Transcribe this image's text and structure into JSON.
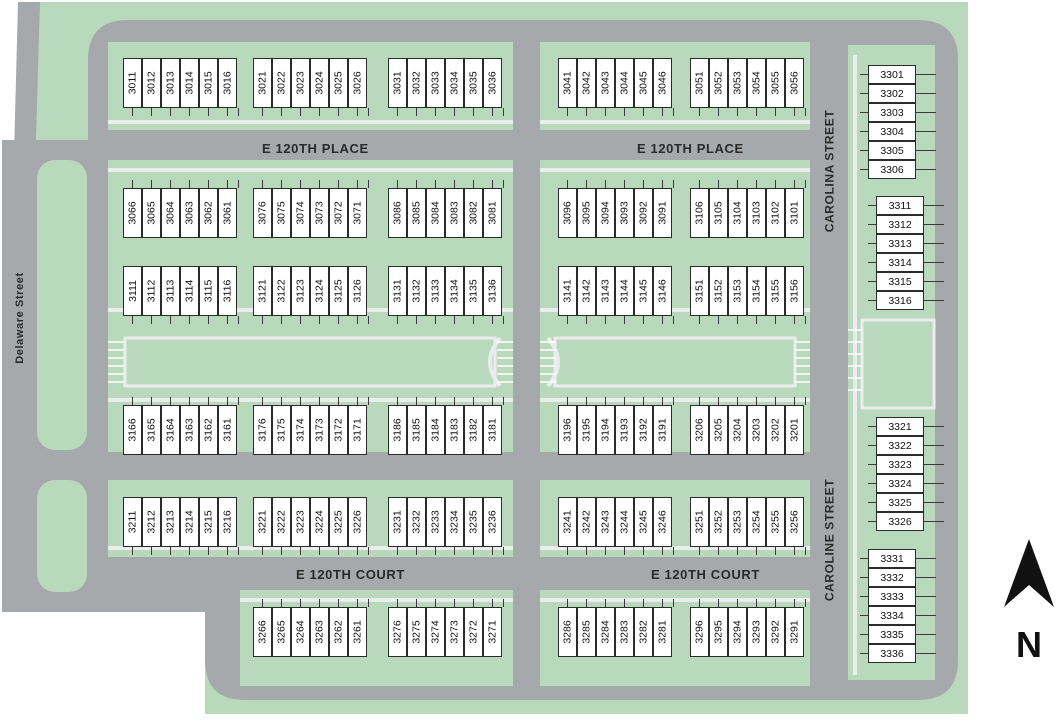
{
  "colors": {
    "road": "#a6a9ab",
    "green": "#b9d9bd",
    "path": "#ebeced",
    "lot_border": "#2b2b2b",
    "text": "#2a2a2a"
  },
  "streets": {
    "delaware": "Delaware Street",
    "place_west": "E 120TH PLACE",
    "place_east": "E 120TH PLACE",
    "court_west": "E 120TH COURT",
    "court_east": "E 120TH COURT",
    "carolina": "CAROLINA STREET",
    "caroline": "CAROLINE STREET"
  },
  "north_label": "N",
  "lot_groups": [
    {
      "id": "3011",
      "lots": [
        "3011",
        "3012",
        "3013",
        "3014",
        "3015",
        "3016"
      ]
    },
    {
      "id": "3021",
      "lots": [
        "3021",
        "3022",
        "3023",
        "3024",
        "3025",
        "3026"
      ]
    },
    {
      "id": "3031",
      "lots": [
        "3031",
        "3032",
        "3033",
        "3034",
        "3035",
        "3036"
      ]
    },
    {
      "id": "3041",
      "lots": [
        "3041",
        "3042",
        "3043",
        "3044",
        "3045",
        "3046"
      ]
    },
    {
      "id": "3051",
      "lots": [
        "3051",
        "3052",
        "3053",
        "3054",
        "3055",
        "3056"
      ]
    },
    {
      "id": "3066",
      "lots": [
        "3066",
        "3065",
        "3064",
        "3063",
        "3062",
        "3061"
      ]
    },
    {
      "id": "3076",
      "lots": [
        "3076",
        "3075",
        "3074",
        "3073",
        "3072",
        "3071"
      ]
    },
    {
      "id": "3086",
      "lots": [
        "3086",
        "3085",
        "3084",
        "3083",
        "3082",
        "3081"
      ]
    },
    {
      "id": "3096",
      "lots": [
        "3096",
        "3095",
        "3094",
        "3093",
        "3092",
        "3091"
      ]
    },
    {
      "id": "3106",
      "lots": [
        "3106",
        "3105",
        "3104",
        "3103",
        "3102",
        "3101"
      ]
    },
    {
      "id": "3111",
      "lots": [
        "3111",
        "3112",
        "3113",
        "3114",
        "3115",
        "3116"
      ]
    },
    {
      "id": "3121",
      "lots": [
        "3121",
        "3122",
        "3123",
        "3124",
        "3125",
        "3126"
      ]
    },
    {
      "id": "3131",
      "lots": [
        "3131",
        "3132",
        "3133",
        "3134",
        "3135",
        "3136"
      ]
    },
    {
      "id": "3141",
      "lots": [
        "3141",
        "3142",
        "3143",
        "3144",
        "3145",
        "3146"
      ]
    },
    {
      "id": "3151",
      "lots": [
        "3151",
        "3152",
        "3153",
        "3154",
        "3155",
        "3156"
      ]
    },
    {
      "id": "3166",
      "lots": [
        "3166",
        "3165",
        "3164",
        "3163",
        "3162",
        "3161"
      ]
    },
    {
      "id": "3176",
      "lots": [
        "3176",
        "3175",
        "3174",
        "3173",
        "3172",
        "3171"
      ]
    },
    {
      "id": "3186",
      "lots": [
        "3186",
        "3185",
        "3184",
        "3183",
        "3182",
        "3181"
      ]
    },
    {
      "id": "3196",
      "lots": [
        "3196",
        "3195",
        "3194",
        "3193",
        "3192",
        "3191"
      ]
    },
    {
      "id": "3206",
      "lots": [
        "3206",
        "3205",
        "3204",
        "3203",
        "3202",
        "3201"
      ]
    },
    {
      "id": "3211",
      "lots": [
        "3211",
        "3212",
        "3213",
        "3214",
        "3215",
        "3216"
      ]
    },
    {
      "id": "3221",
      "lots": [
        "3221",
        "3222",
        "3223",
        "3224",
        "3225",
        "3226"
      ]
    },
    {
      "id": "3231",
      "lots": [
        "3231",
        "3232",
        "3233",
        "3234",
        "3235",
        "3236"
      ]
    },
    {
      "id": "3241",
      "lots": [
        "3241",
        "3242",
        "3243",
        "3244",
        "3245",
        "3246"
      ]
    },
    {
      "id": "3251",
      "lots": [
        "3251",
        "3252",
        "3253",
        "3254",
        "3255",
        "3256"
      ]
    },
    {
      "id": "3266",
      "lots": [
        "3266",
        "3265",
        "3264",
        "3263",
        "3262",
        "3261"
      ]
    },
    {
      "id": "3276",
      "lots": [
        "3276",
        "3275",
        "3274",
        "3273",
        "3272",
        "3271"
      ]
    },
    {
      "id": "3286",
      "lots": [
        "3286",
        "3285",
        "3284",
        "3283",
        "3282",
        "3281"
      ]
    },
    {
      "id": "3296",
      "lots": [
        "3296",
        "3295",
        "3294",
        "3293",
        "3292",
        "3291"
      ]
    },
    {
      "id": "3301",
      "lots": [
        "3301",
        "3302",
        "3303",
        "3304",
        "3305",
        "3306"
      ]
    },
    {
      "id": "3311",
      "lots": [
        "3311",
        "3312",
        "3313",
        "3314",
        "3315",
        "3316"
      ]
    },
    {
      "id": "3321",
      "lots": [
        "3321",
        "3322",
        "3323",
        "3324",
        "3325",
        "3326"
      ]
    },
    {
      "id": "3331",
      "lots": [
        "3331",
        "3332",
        "3333",
        "3334",
        "3335",
        "3336"
      ]
    }
  ]
}
